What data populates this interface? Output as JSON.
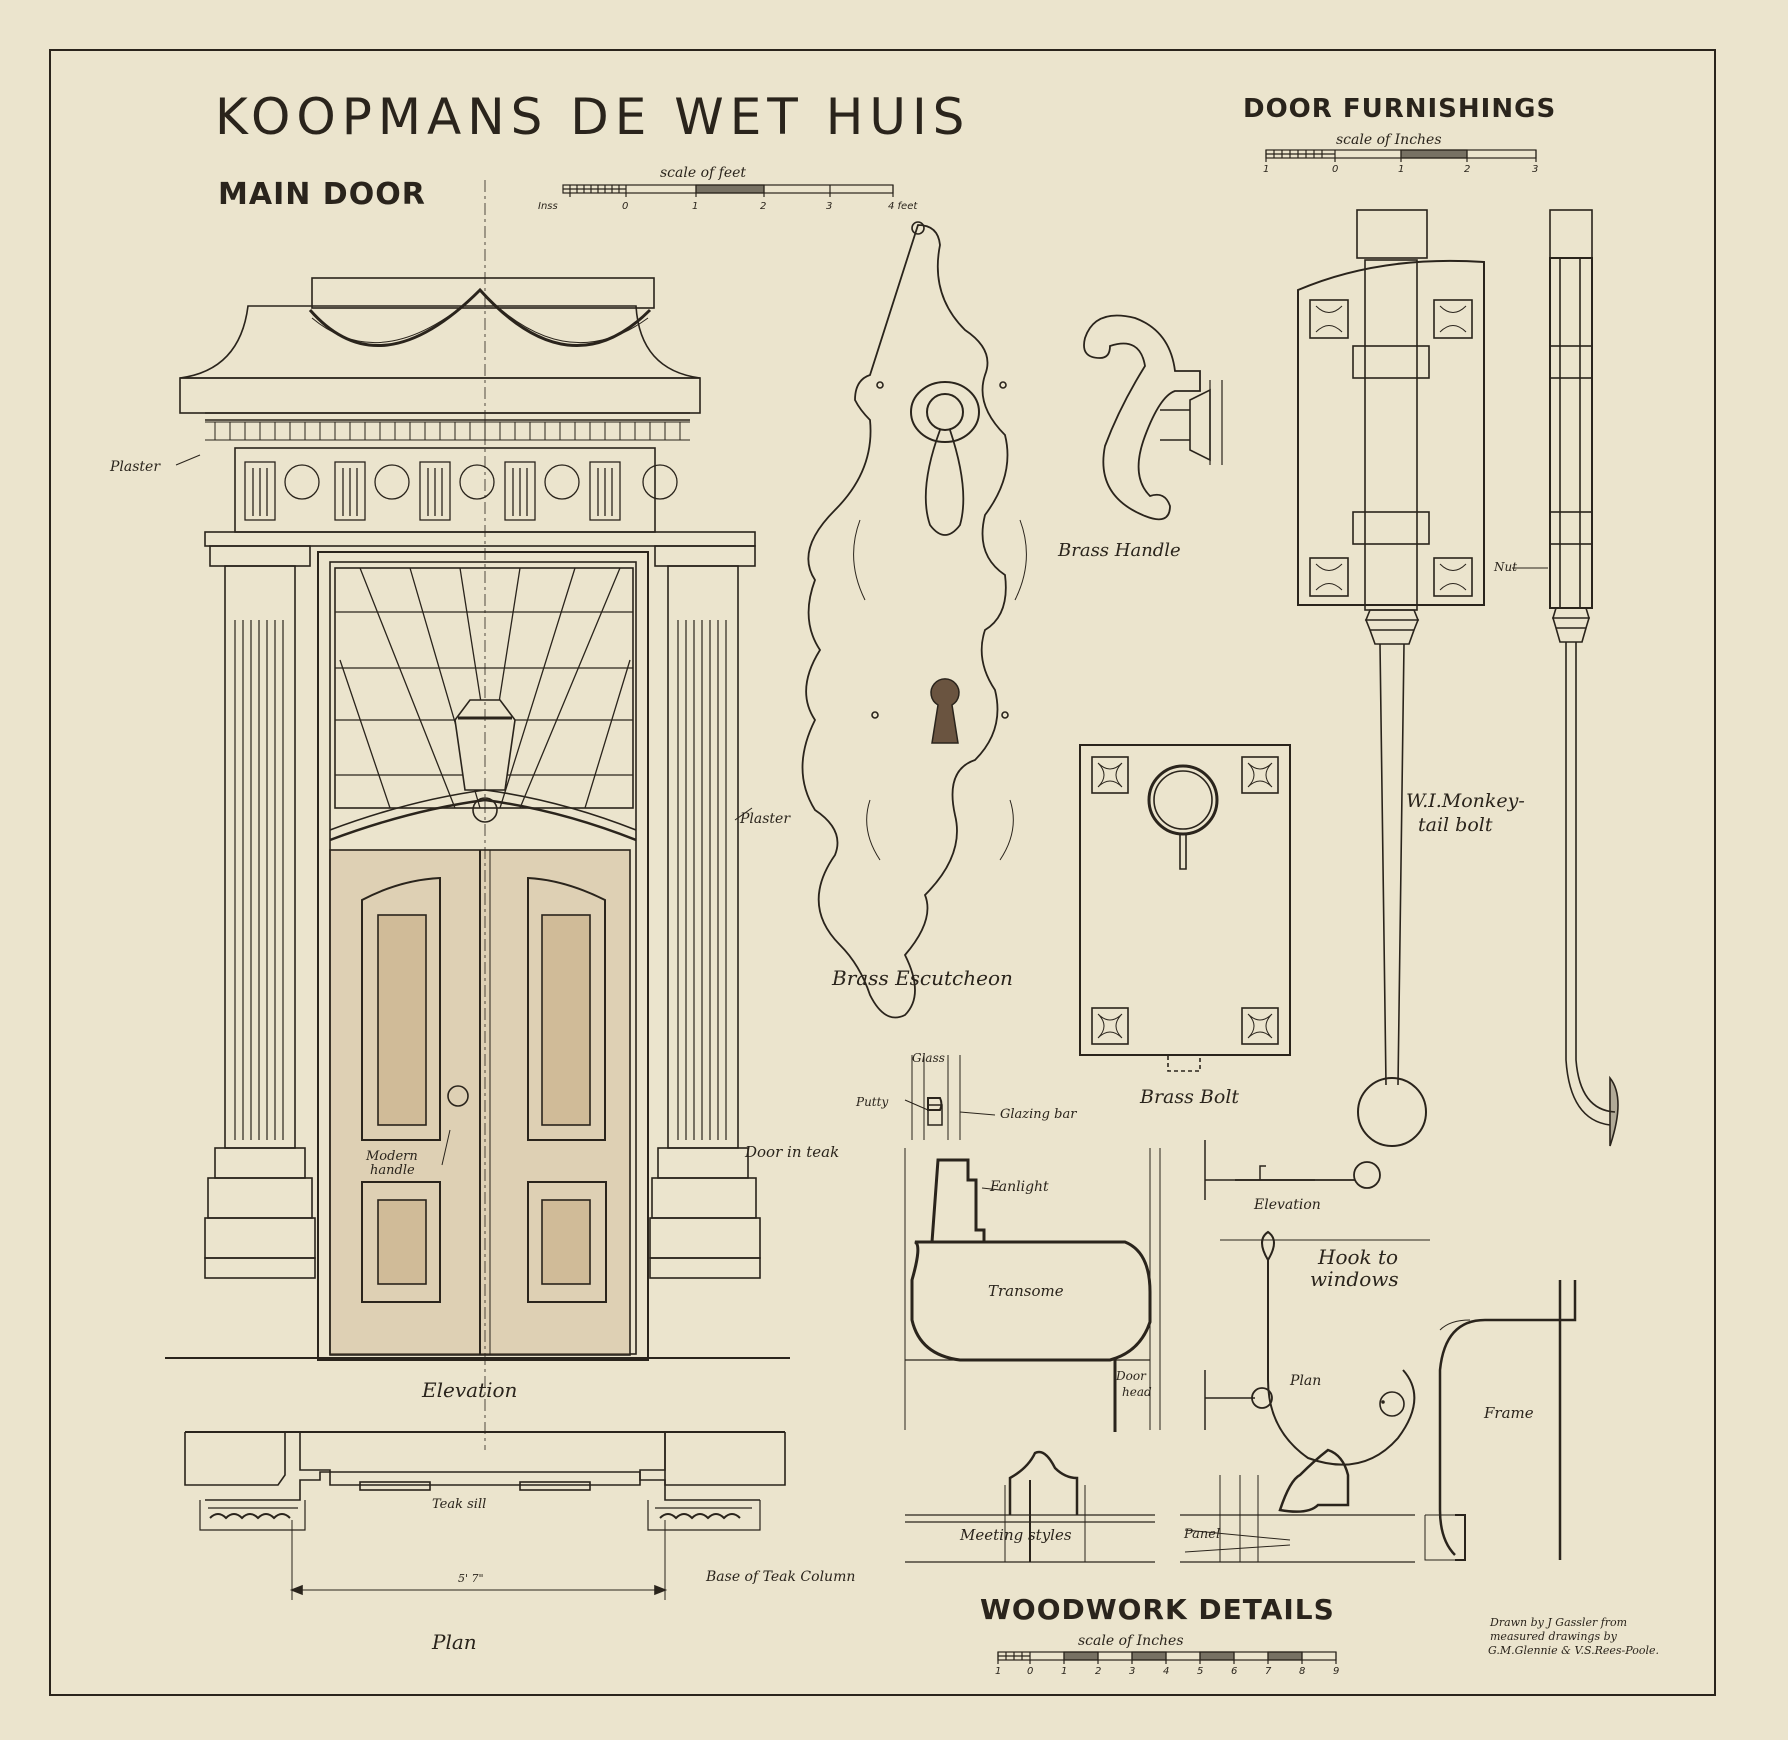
{
  "titles": {
    "main": "KOOPMANS DE WET HUIS",
    "main_door": "MAIN DOOR",
    "door_furnishings": "DOOR FURNISHINGS",
    "woodwork_details": "WOODWORK DETAILS"
  },
  "scales": {
    "feet": {
      "label": "scale of feet",
      "ticks": [
        "Inss",
        "0",
        "1",
        "2",
        "3",
        "4 feet"
      ]
    },
    "inches_furnishings": {
      "label": "scale of Inches",
      "ticks": [
        "1",
        "0",
        "1",
        "2",
        "3"
      ]
    },
    "inches_woodwork": {
      "label": "scale of Inches",
      "ticks": [
        "1",
        "0",
        "1",
        "2",
        "3",
        "4",
        "5",
        "6",
        "7",
        "8",
        "9"
      ]
    }
  },
  "labels": {
    "plaster_top": "Plaster",
    "plaster_right": "Plaster",
    "modern_handle_1": "Modern",
    "modern_handle_2": "handle",
    "door_in_teak": "Door in teak",
    "elevation_main": "Elevation",
    "teak_sill": "Teak sill",
    "plan_width": "5' 7\"",
    "base_teak_column": "Base of Teak Column",
    "plan_main": "Plan",
    "brass_escutcheon": "Brass Escutcheon",
    "brass_handle": "Brass Handle",
    "brass_bolt": "Brass Bolt",
    "monkey_tail_1": "W.I.Monkey-",
    "monkey_tail_2": "tail bolt",
    "nut": "Nut",
    "glass": "Glass",
    "putty": "Putty",
    "glazing_bar": "Glazing bar",
    "fanlight": "Fanlight",
    "transome": "Transome",
    "door_head_1": "Door",
    "door_head_2": "head",
    "elevation_hook": "Elevation",
    "hook_windows_1": "Hook to",
    "hook_windows_2": "windows",
    "plan_hook": "Plan",
    "frame": "Frame",
    "meeting_styles": "Meeting  styles",
    "panel": "Panel"
  },
  "credit": {
    "line1": "Drawn by J Gassler from",
    "line2": "measured drawings by",
    "line3": "G.M.Glennie & V.S.Rees-Poole."
  },
  "colors": {
    "paper": "#ebe4cd",
    "ink": "#2a241c",
    "wood": "#c7ad86"
  }
}
